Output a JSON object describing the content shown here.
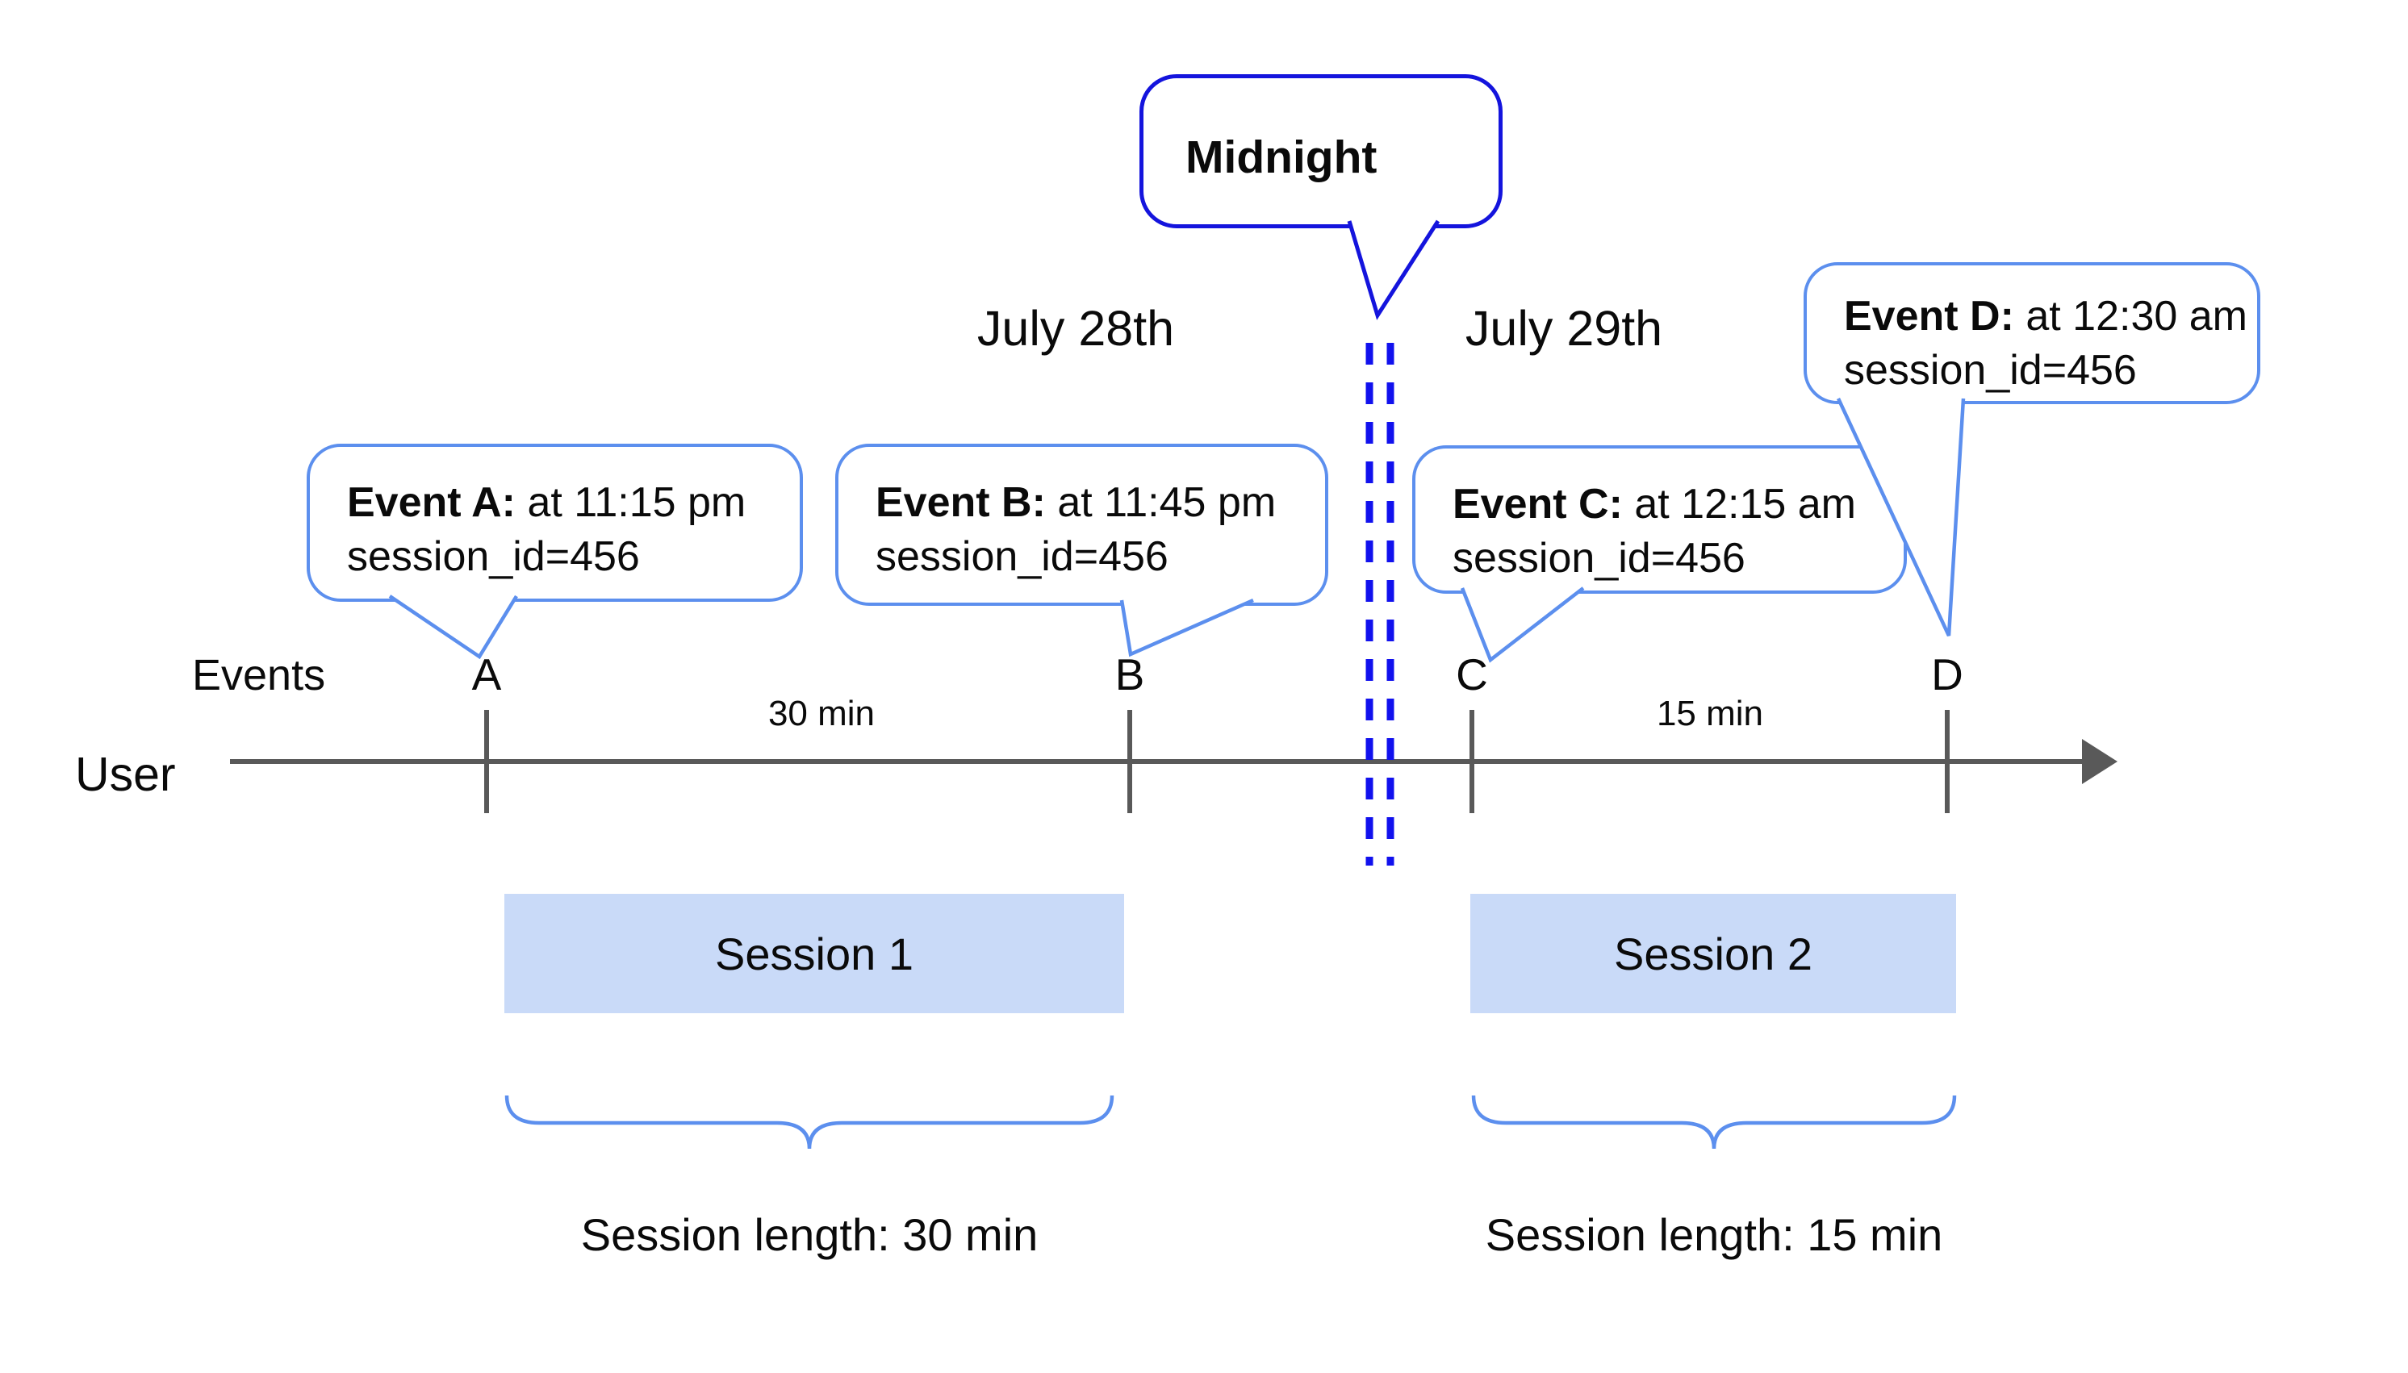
{
  "midnight": {
    "label": "Midnight"
  },
  "dates": {
    "left": "July 28th",
    "right": "July 29th"
  },
  "timeline": {
    "row_label": "User",
    "events_label": "Events",
    "event_markers": [
      "A",
      "B",
      "C",
      "D"
    ],
    "interval_labels": [
      "30 min",
      "15 min"
    ]
  },
  "event_bubbles": [
    {
      "label": "Event A:",
      "time": " at 11:15 pm",
      "detail": "session_id=456"
    },
    {
      "label": "Event B:",
      "time": " at 11:45 pm",
      "detail": "session_id=456"
    },
    {
      "label": "Event C:",
      "time": " at 12:15 am",
      "detail": "session_id=456"
    },
    {
      "label": "Event D:",
      "time": " at 12:30 am",
      "detail": "session_id=456"
    }
  ],
  "sessions": [
    {
      "name": "Session 1",
      "length_label": "Session length: 30 min"
    },
    {
      "name": "Session 2",
      "length_label": "Session length: 15 min"
    }
  ],
  "colors": {
    "bubble_border_blue": "#5c8fee",
    "midnight_blue": "#1414dd",
    "dash_blue": "#1111ee",
    "session_fill": "#c9daf8",
    "timeline_gray": "#595959"
  }
}
